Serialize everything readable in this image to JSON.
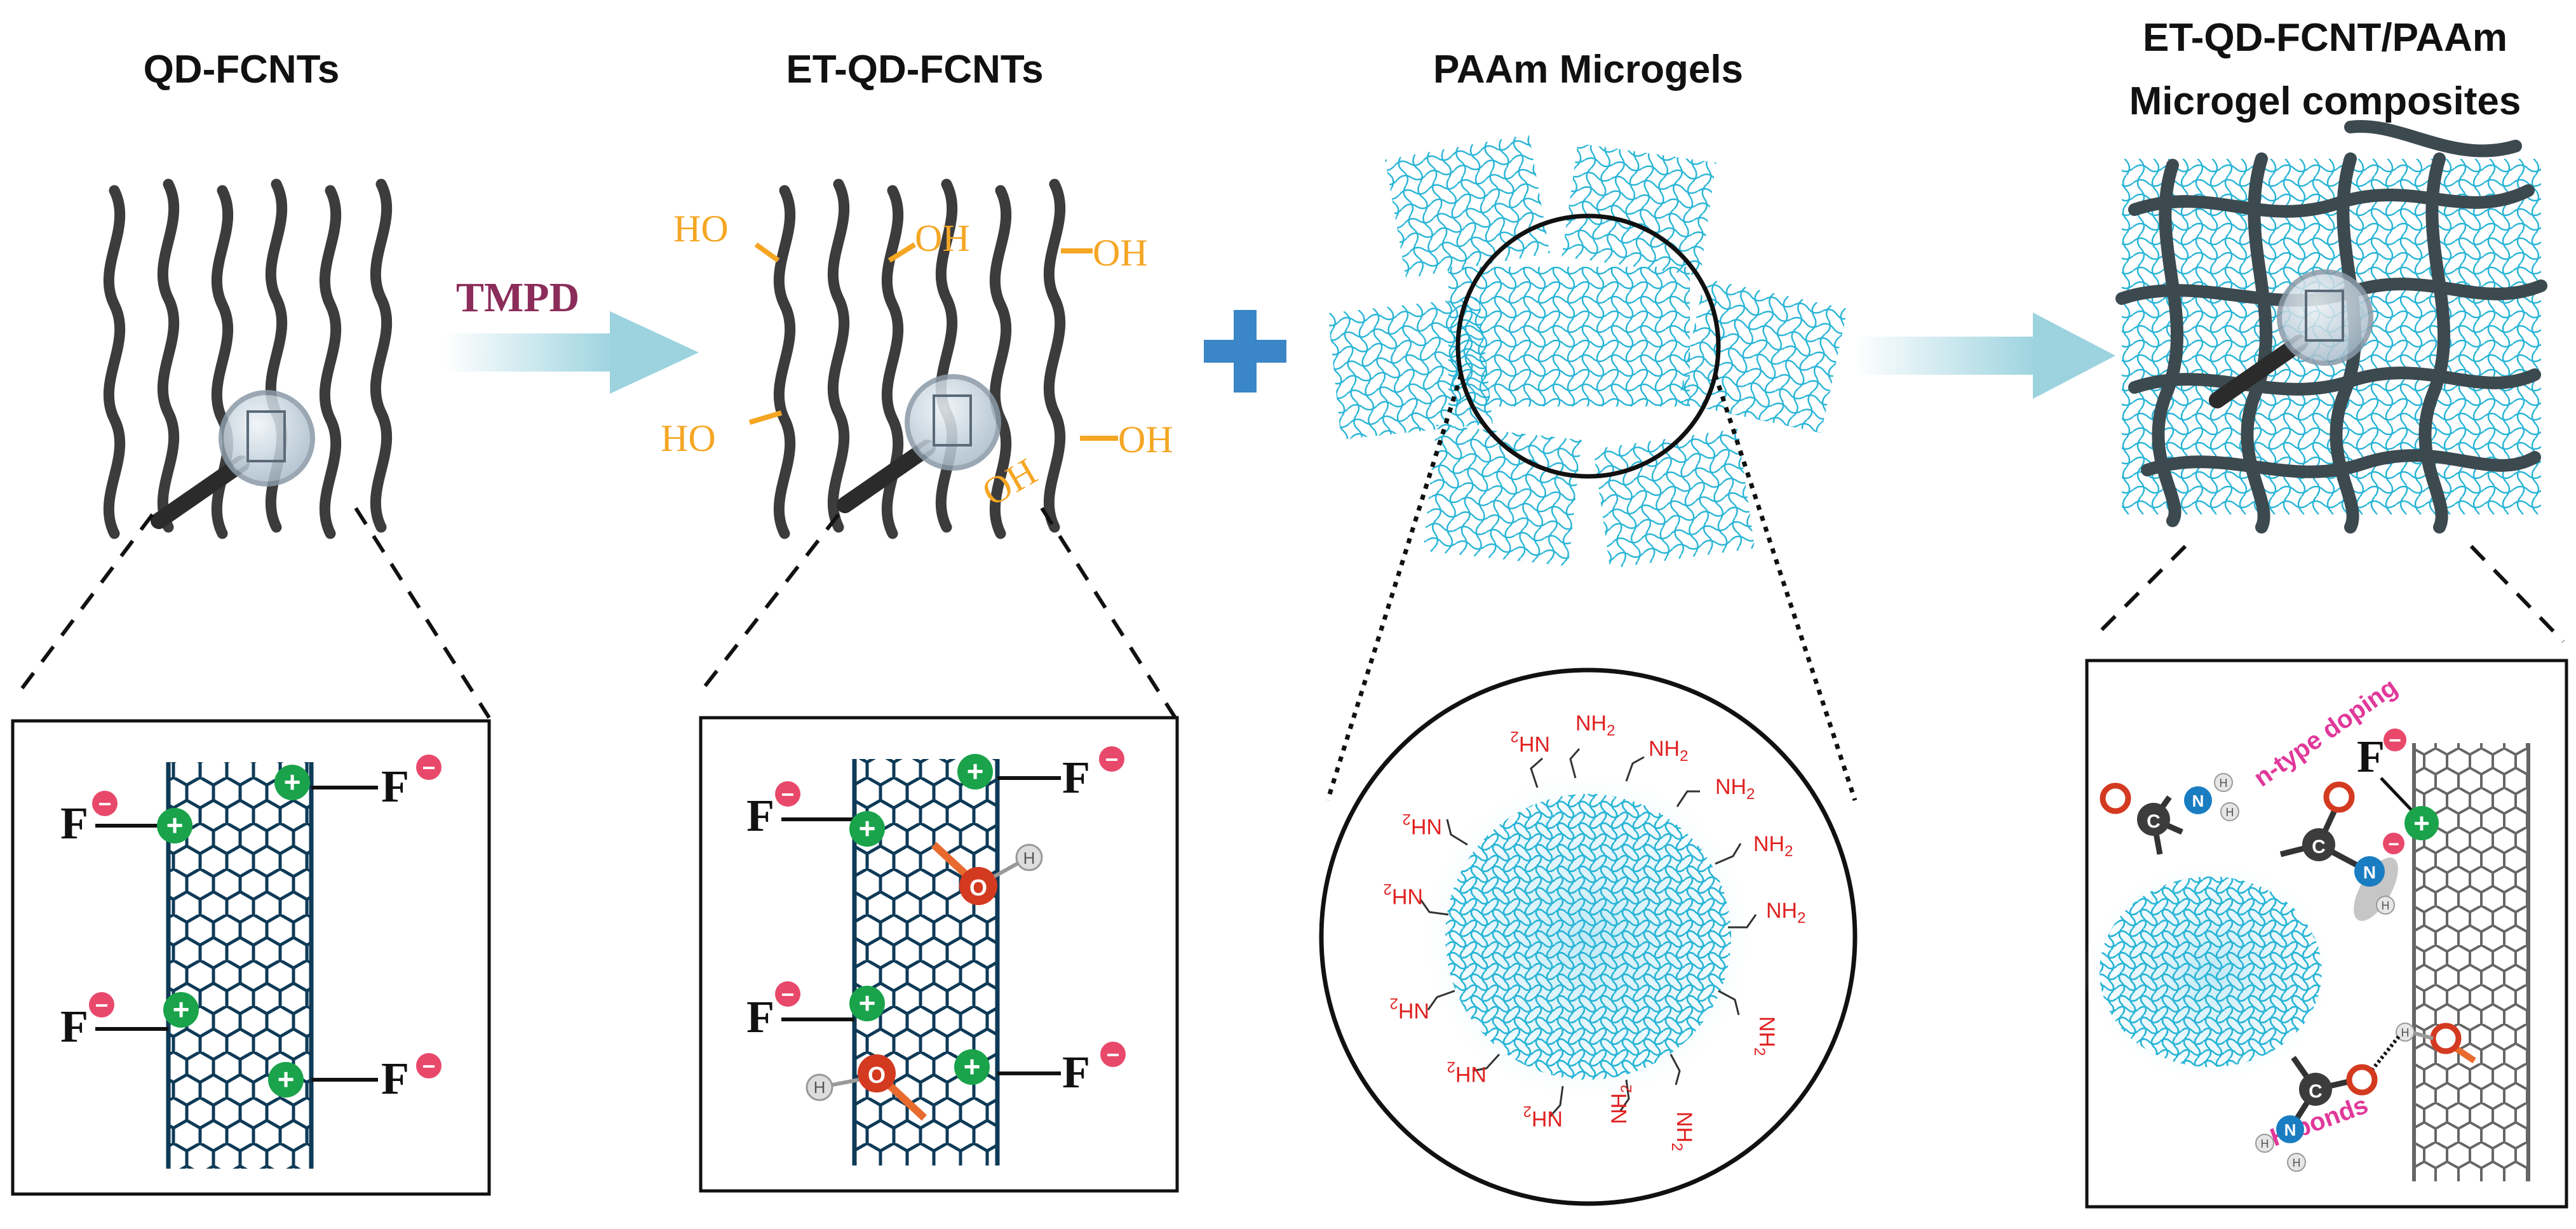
{
  "titles": {
    "qd_fcnts": "QD-FCNTs",
    "et_qd_fcnts": "ET-QD-FCNTs",
    "paam_microgels": "PAAm Microgels",
    "composite_line1": "ET-QD-FCNT/PAAm",
    "composite_line2": "Microgel composites"
  },
  "reagent": "TMPD",
  "labels": {
    "hydroxyl": "OH",
    "hydroxyl_reversed": "HO",
    "fluorine": "F",
    "oxygen": "O",
    "hydrogen": "H",
    "nitrogen": "N",
    "carbon": "C",
    "amine": "NH",
    "amine_sub": "2",
    "plus": "+",
    "minus": "−",
    "n_type_doping": "n-type doping",
    "h_bonds": "H bonds"
  },
  "colors": {
    "cnt_fiber": "#3c3c3c",
    "cnt_lattice": "#0e3a57",
    "hydroxyl": "#f5a623",
    "gel": "#27b4d6",
    "arrow": "#9cd3df",
    "plus_sign": "#3a86c6",
    "positive_charge": "#1aa34a",
    "negative_charge": "#e8496b",
    "reagent": "#8b2c5a",
    "amine": "#e02020",
    "annotation": "#e0389a",
    "oxygen_atom": "#d33a20",
    "nitrogen_atom": "#1a7dc2",
    "carbon_atom": "#3c3c3c"
  },
  "icons": [
    "magnifier-icon",
    "right-arrow-icon",
    "plus-icon"
  ]
}
